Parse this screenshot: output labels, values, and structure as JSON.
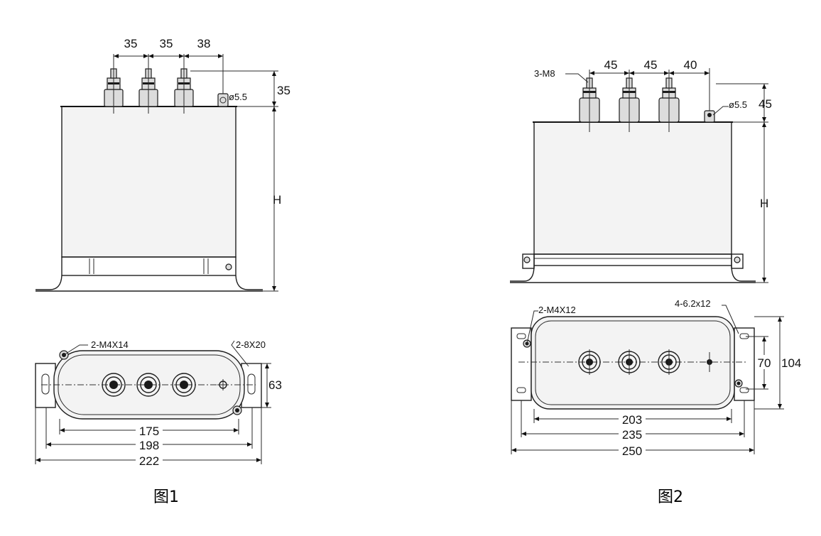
{
  "figure1": {
    "caption": "图1",
    "dims": {
      "pitch_a": "35",
      "pitch_b": "35",
      "pitch_c": "38",
      "stud_height": "35",
      "ground_hole": "ø5.5",
      "height": "H",
      "mount_screw": "2-M4X14",
      "slot": "2-8X20",
      "depth": "63",
      "w_inner": "175",
      "w_mid": "198",
      "w_outer": "222"
    }
  },
  "figure2": {
    "caption": "图2",
    "dims": {
      "thread": "3-M8",
      "pitch_a": "45",
      "pitch_b": "45",
      "pitch_c": "40",
      "stud_height": "45",
      "ground_hole": "ø5.5",
      "height": "H",
      "mount_screw": "2-M4X12",
      "holes": "4-6.2x12",
      "depth_inner": "70",
      "depth_outer": "104",
      "w_inner": "203",
      "w_mid": "235",
      "w_outer": "250"
    }
  }
}
